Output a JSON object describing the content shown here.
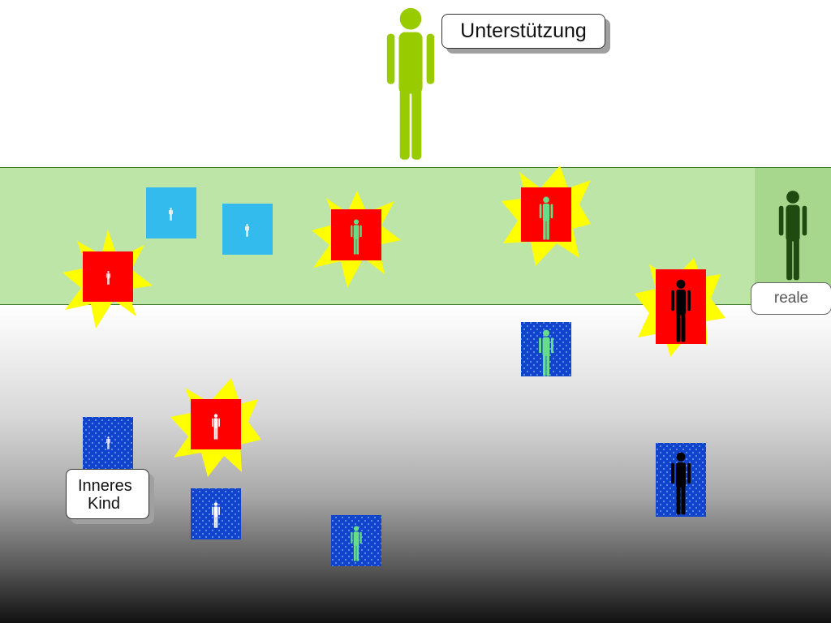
{
  "labels": {
    "support": "Unterstützung",
    "inner_child": "Inneres Kind",
    "real": "reale"
  },
  "colors": {
    "band_green": "#bde5a8",
    "panel_green": "#a7d78d",
    "figure_lime": "#99cc00",
    "figure_darkgreen": "#1f4a10",
    "figure_lightgreen": "#66dd88",
    "figure_white": "#ffffff",
    "figure_black": "#000000",
    "box_cyan": "#33bbee",
    "box_red": "#ff0000",
    "box_blue_dotted": "#1144cc",
    "burst_yellow": "#ffff00"
  },
  "icons": [
    "person-icon",
    "starburst-icon"
  ]
}
